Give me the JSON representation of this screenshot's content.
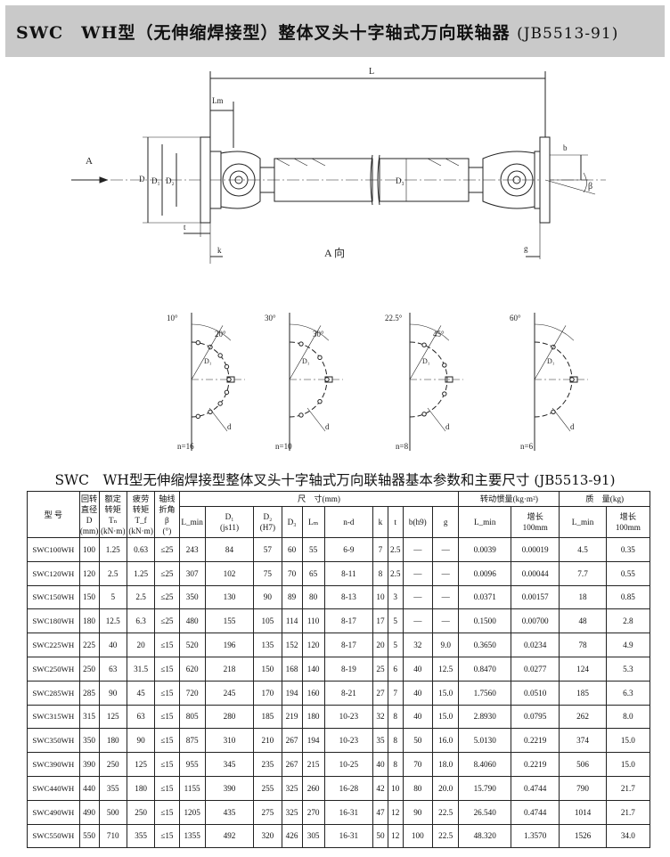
{
  "banner": {
    "title_main": "SWC　WH型（无伸缩焊接型）整体叉头十字轴式万向联轴器",
    "title_code": "(JB5513-91)"
  },
  "drawing": {
    "labels": {
      "L": "L",
      "Lm": "Lm",
      "D": "D",
      "D1": "D₁",
      "D2": "D₂",
      "D3": "D₃",
      "t": "t",
      "k": "k",
      "g": "g",
      "b": "b",
      "beta": "β",
      "A": "A",
      "A_dir": "A 向"
    },
    "flange_views": [
      {
        "angles": [
          "10°",
          "20°"
        ],
        "n": "n=16",
        "d": "d",
        "D1": "D₁"
      },
      {
        "angles": [
          "30°",
          "30°"
        ],
        "n": "n=10",
        "d": "d",
        "D1": "D₁"
      },
      {
        "angles": [
          "22.5°",
          "45°"
        ],
        "n": "n=8",
        "d": "d",
        "D1": "D₁"
      },
      {
        "angles": [
          "60°"
        ],
        "n": "n=6",
        "d": "d",
        "D1": "D₁"
      }
    ]
  },
  "caption": {
    "main": "SWC　WH型无伸缩焊接型整体叉头十字轴式万向联轴器基本参数和主要尺寸",
    "code": "(JB5513-91)"
  },
  "table": {
    "header": {
      "model": "型 号",
      "D": [
        "回转",
        "直径",
        "D",
        "(mm)"
      ],
      "Tn": [
        "额定",
        "转矩",
        "Tₙ",
        "(kN·m)"
      ],
      "Tf": [
        "疲劳",
        "转矩",
        "T_f",
        "(kN·m)"
      ],
      "beta": [
        "轴线",
        "折角",
        "β",
        "(°)"
      ],
      "dims": "尺　寸(mm)",
      "dim_cols": [
        "L_min",
        "D₁",
        "(js11)",
        "D₂",
        "(H7)",
        "D₃",
        "Lₘ",
        "n-d",
        "k",
        "t",
        "b(h9)",
        "g"
      ],
      "inertia": "转动惯量(kg·m²)",
      "inertia_cols": [
        "L_min",
        "增长",
        "100mm"
      ],
      "mass": "质　量(kg)",
      "mass_cols": [
        "L_min",
        "增长",
        "100mm"
      ]
    },
    "rows": [
      [
        "SWC100WH",
        "100",
        "1.25",
        "0.63",
        "≤25",
        "243",
        "84",
        "57",
        "60",
        "55",
        "6-9",
        "7",
        "2.5",
        "—",
        "—",
        "0.0039",
        "0.00019",
        "4.5",
        "0.35"
      ],
      [
        "SWC120WH",
        "120",
        "2.5",
        "1.25",
        "≤25",
        "307",
        "102",
        "75",
        "70",
        "65",
        "8-11",
        "8",
        "2.5",
        "—",
        "—",
        "0.0096",
        "0.00044",
        "7.7",
        "0.55"
      ],
      [
        "SWC150WH",
        "150",
        "5",
        "2.5",
        "≤25",
        "350",
        "130",
        "90",
        "89",
        "80",
        "8-13",
        "10",
        "3",
        "—",
        "—",
        "0.0371",
        "0.00157",
        "18",
        "0.85"
      ],
      [
        "SWC180WH",
        "180",
        "12.5",
        "6.3",
        "≤25",
        "480",
        "155",
        "105",
        "114",
        "110",
        "8-17",
        "17",
        "5",
        "—",
        "—",
        "0.1500",
        "0.00700",
        "48",
        "2.8"
      ],
      [
        "SWC225WH",
        "225",
        "40",
        "20",
        "≤15",
        "520",
        "196",
        "135",
        "152",
        "120",
        "8-17",
        "20",
        "5",
        "32",
        "9.0",
        "0.3650",
        "0.0234",
        "78",
        "4.9"
      ],
      [
        "SWC250WH",
        "250",
        "63",
        "31.5",
        "≤15",
        "620",
        "218",
        "150",
        "168",
        "140",
        "8-19",
        "25",
        "6",
        "40",
        "12.5",
        "0.8470",
        "0.0277",
        "124",
        "5.3"
      ],
      [
        "SWC285WH",
        "285",
        "90",
        "45",
        "≤15",
        "720",
        "245",
        "170",
        "194",
        "160",
        "8-21",
        "27",
        "7",
        "40",
        "15.0",
        "1.7560",
        "0.0510",
        "185",
        "6.3"
      ],
      [
        "SWC315WH",
        "315",
        "125",
        "63",
        "≤15",
        "805",
        "280",
        "185",
        "219",
        "180",
        "10-23",
        "32",
        "8",
        "40",
        "15.0",
        "2.8930",
        "0.0795",
        "262",
        "8.0"
      ],
      [
        "SWC350WH",
        "350",
        "180",
        "90",
        "≤15",
        "875",
        "310",
        "210",
        "267",
        "194",
        "10-23",
        "35",
        "8",
        "50",
        "16.0",
        "5.0130",
        "0.2219",
        "374",
        "15.0"
      ],
      [
        "SWC390WH",
        "390",
        "250",
        "125",
        "≤15",
        "955",
        "345",
        "235",
        "267",
        "215",
        "10-25",
        "40",
        "8",
        "70",
        "18.0",
        "8.4060",
        "0.2219",
        "506",
        "15.0"
      ],
      [
        "SWC440WH",
        "440",
        "355",
        "180",
        "≤15",
        "1155",
        "390",
        "255",
        "325",
        "260",
        "16-28",
        "42",
        "10",
        "80",
        "20.0",
        "15.790",
        "0.4744",
        "790",
        "21.7"
      ],
      [
        "SWC490WH",
        "490",
        "500",
        "250",
        "≤15",
        "1205",
        "435",
        "275",
        "325",
        "270",
        "16-31",
        "47",
        "12",
        "90",
        "22.5",
        "26.540",
        "0.4744",
        "1014",
        "21.7"
      ],
      [
        "SWC550WH",
        "550",
        "710",
        "355",
        "≤15",
        "1355",
        "492",
        "320",
        "426",
        "305",
        "16-31",
        "50",
        "12",
        "100",
        "22.5",
        "48.320",
        "1.3570",
        "1526",
        "34.0"
      ]
    ]
  }
}
